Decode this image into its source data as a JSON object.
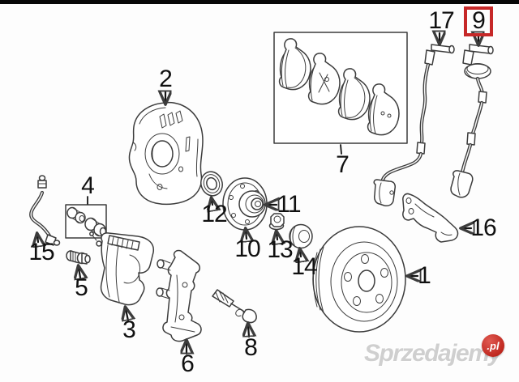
{
  "diagram": {
    "description": "exploded brake assembly parts diagram",
    "line_color": "#3c3c3c",
    "highlight": {
      "part": "9",
      "box_color": "#c62828"
    },
    "parts": {
      "p1": "1",
      "p2": "2",
      "p3": "3",
      "p4": "4",
      "p5": "5",
      "p6": "6",
      "p7": "7",
      "p8": "8",
      "p9": "9",
      "p10": "10",
      "p11": "11",
      "p12": "12",
      "p13": "13",
      "p14": "14",
      "p15": "15",
      "p16": "16",
      "p17": "17"
    }
  },
  "watermark": {
    "text": "Sprzedajemy",
    "suffix": ".pl",
    "badge_color": "#c0281f",
    "text_color": "#a8a8a8"
  }
}
